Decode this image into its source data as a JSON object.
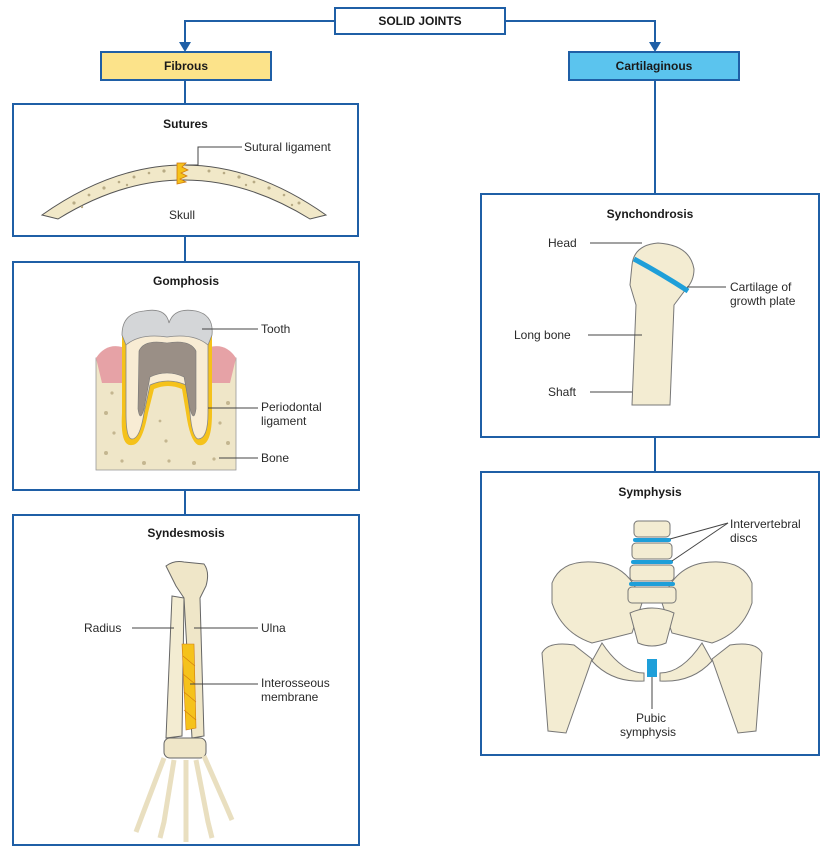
{
  "root": {
    "label": "SOLID JOINTS"
  },
  "categories": {
    "fibrous": {
      "label": "Fibrous",
      "color": "#fce38a"
    },
    "cartilaginous": {
      "label": "Cartilaginous",
      "color": "#5bc4ee"
    }
  },
  "panels": {
    "sutures": {
      "title": "Sutures",
      "labels": {
        "sutural_ligament": "Sutural ligament",
        "skull": "Skull"
      }
    },
    "gomphosis": {
      "title": "Gomphosis",
      "labels": {
        "tooth": "Tooth",
        "periodontal_1": "Periodontal",
        "periodontal_2": "ligament",
        "bone": "Bone"
      }
    },
    "syndesmosis": {
      "title": "Syndesmosis",
      "labels": {
        "radius": "Radius",
        "ulna": "Ulna",
        "interosseous_1": "Interosseous",
        "interosseous_2": "membrane"
      }
    },
    "synchondrosis": {
      "title": "Synchondrosis",
      "labels": {
        "head": "Head",
        "cartilage_1": "Cartilage of",
        "cartilage_2": "growth plate",
        "long_bone": "Long bone",
        "shaft": "Shaft"
      }
    },
    "symphysis": {
      "title": "Symphysis",
      "labels": {
        "intervertebral_1": "Intervertebral",
        "intervertebral_2": "discs",
        "pubic_1": "Pubic",
        "pubic_2": "symphysis"
      }
    }
  },
  "colors": {
    "border": "#1f5fa6",
    "bone": "#f3ecd2",
    "cartilage": "#1e9fd9",
    "ligament": "#f5c21b",
    "gum": "#e6a2a6"
  }
}
